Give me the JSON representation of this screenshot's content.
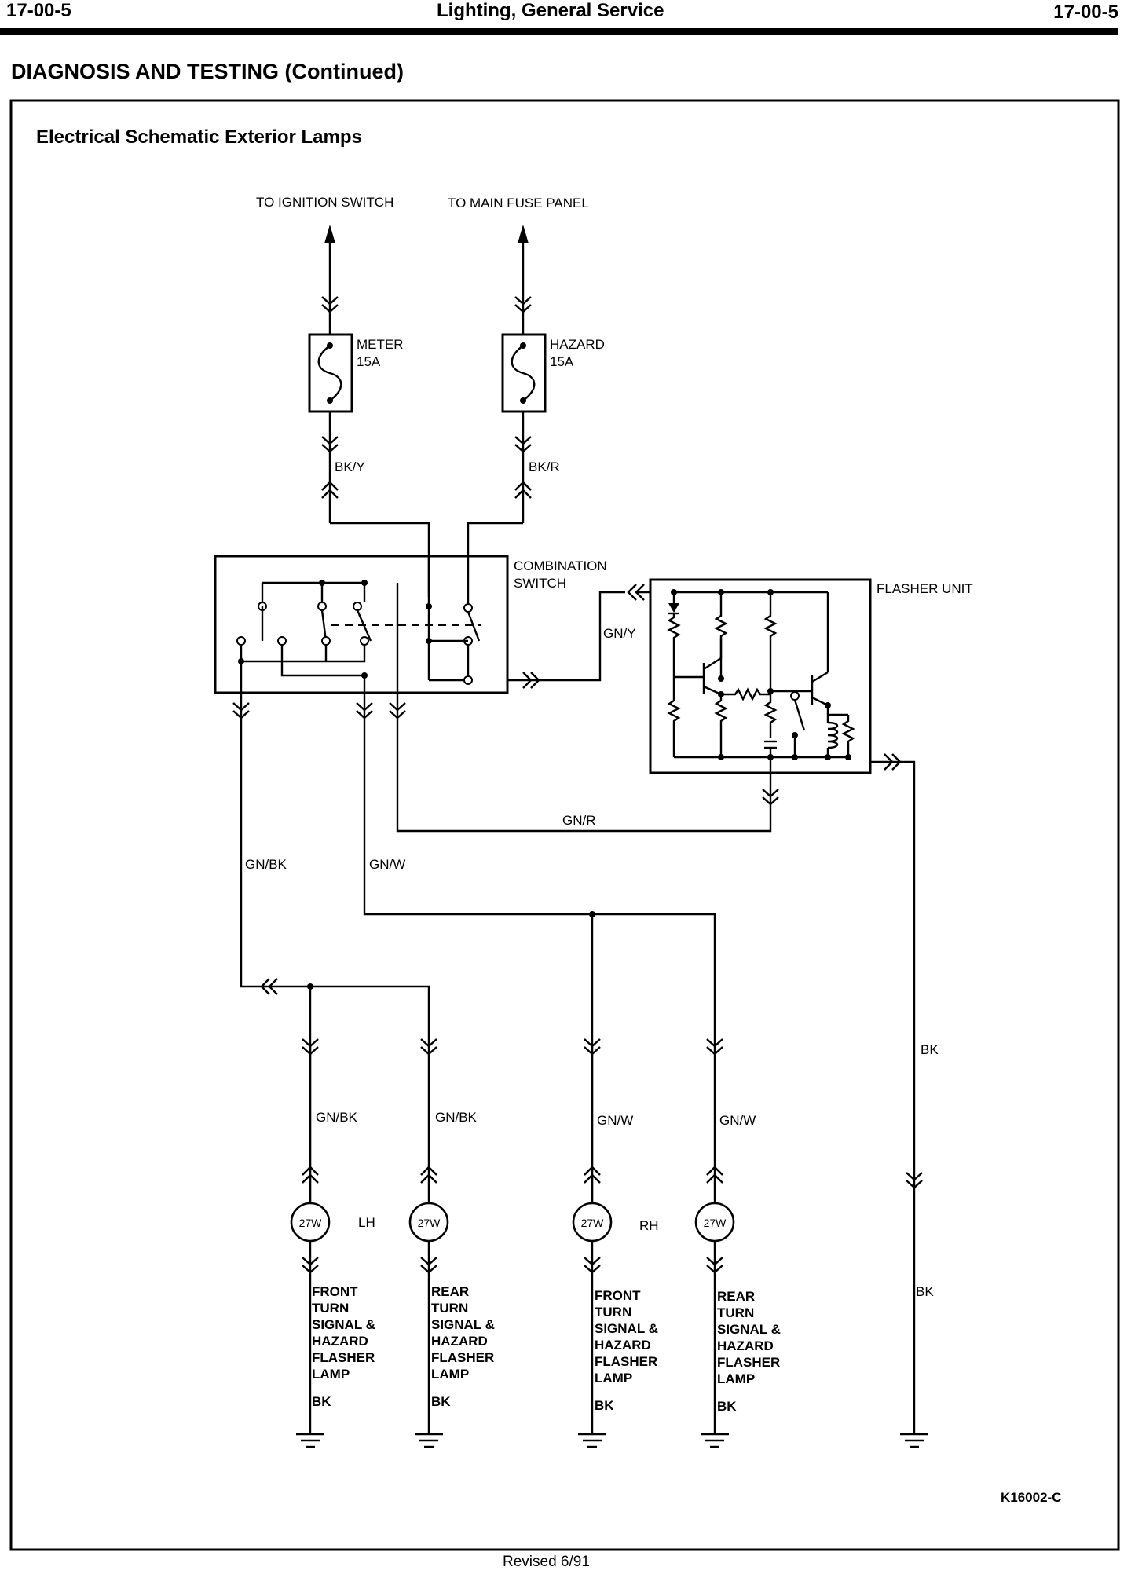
{
  "header": {
    "page_left": "17-00-5",
    "title": "Lighting, General Service",
    "page_right": "17-00-5"
  },
  "section_title": "DIAGNOSIS AND TESTING (Continued)",
  "figure": {
    "title": "Electrical Schematic Exterior Lamps",
    "code": "K16002-C"
  },
  "labels": {
    "ignition": "TO IGNITION SWITCH",
    "main_fuse": "TO MAIN FUSE PANEL",
    "fuse_meter_name": "METER",
    "fuse_meter_rating": "15A",
    "fuse_hazard_name": "HAZARD",
    "fuse_hazard_rating": "15A",
    "combo_line1": "COMBINATION",
    "combo_line2": "SWITCH",
    "flasher": "FLASHER UNIT",
    "lh": "LH",
    "rh": "RH"
  },
  "wires": {
    "bky": "BK/Y",
    "bkr": "BK/R",
    "gny": "GN/Y",
    "gnr": "GN/R",
    "gnbk_main": "GN/BK",
    "gnw_main": "GN/W",
    "bk_mid": "BK",
    "bk_lower": "BK",
    "lamp1_wire": "GN/BK",
    "lamp2_wire": "GN/BK",
    "lamp3_wire": "GN/W",
    "lamp4_wire": "GN/W"
  },
  "lamps": [
    {
      "rating": "27W",
      "lines": [
        "FRONT",
        "TURN",
        "SIGNAL &",
        "HAZARD",
        "FLASHER",
        "LAMP"
      ],
      "ground": "BK"
    },
    {
      "rating": "27W",
      "lines": [
        "REAR",
        "TURN",
        "SIGNAL &",
        "HAZARD",
        "FLASHER",
        "LAMP"
      ],
      "ground": "BK"
    },
    {
      "rating": "27W",
      "lines": [
        "FRONT",
        "TURN",
        "SIGNAL &",
        "HAZARD",
        "FLASHER",
        "LAMP"
      ],
      "ground": "BK"
    },
    {
      "rating": "27W",
      "lines": [
        "REAR",
        "TURN",
        "SIGNAL &",
        "HAZARD",
        "FLASHER",
        "LAMP"
      ],
      "ground": "BK"
    }
  ],
  "footer": "Revised 6/91"
}
